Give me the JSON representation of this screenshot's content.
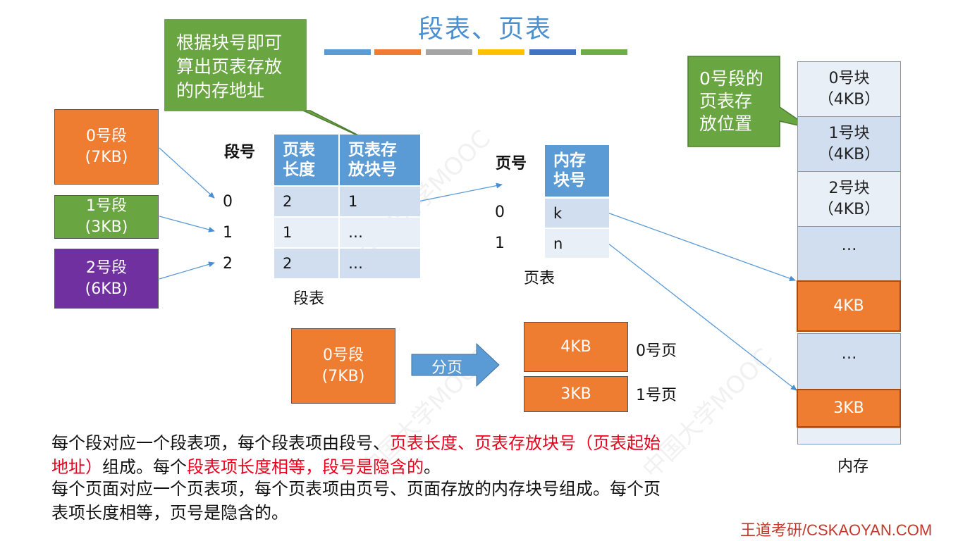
{
  "title": "段表、页表",
  "colors": {
    "bars": [
      "#5b9bd5",
      "#ee7d31",
      "#a5a5a5",
      "#ffc000",
      "#4472c4",
      "#70ad47"
    ],
    "header_blue": "#5b9bd5",
    "segment_orange": "#ee7d31",
    "segment_green": "#69a642",
    "segment_purple": "#7030a0",
    "callout_green": "#69a642",
    "highlight_red": "#e8001c"
  },
  "segments": [
    {
      "name": "0号段",
      "size": "(7KB)"
    },
    {
      "name": "1号段",
      "size": "(3KB)"
    },
    {
      "name": "2号段",
      "size": "(6KB)"
    }
  ],
  "callout_left": {
    "lines": [
      "根据块号即可",
      "算出页表存放",
      "的内存地址"
    ]
  },
  "callout_right": {
    "lines": [
      "0号段的",
      "页表存",
      "放位置"
    ]
  },
  "segment_table": {
    "index_label": "段号",
    "headers": [
      [
        "页表",
        "长度"
      ],
      [
        "页表存",
        "放块号"
      ]
    ],
    "indices": [
      "0",
      "1",
      "2"
    ],
    "rows": [
      [
        "2",
        "1"
      ],
      [
        "1",
        "…"
      ],
      [
        "2",
        "…"
      ]
    ],
    "caption": "段表"
  },
  "page_table": {
    "index_label": "页号",
    "header": [
      "内存",
      "块号"
    ],
    "indices": [
      "0",
      "1"
    ],
    "rows": [
      "k",
      "n"
    ],
    "caption": "页表"
  },
  "paging": {
    "segment_name": "0号段",
    "segment_size": "(7KB)",
    "arrow_label": "分页",
    "pages": [
      {
        "size": "4KB",
        "label": "0号页"
      },
      {
        "size": "3KB",
        "label": "1号页"
      }
    ]
  },
  "memory": {
    "blocks": [
      {
        "name": "0号块",
        "size": "（4KB）"
      },
      {
        "name": "1号块",
        "size": "（4KB）"
      },
      {
        "name": "2号块",
        "size": "（4KB）"
      }
    ],
    "ellipsis": "…",
    "page0": "4KB",
    "page1": "3KB",
    "caption": "内存"
  },
  "description": {
    "p1_a": "每个段对应一个段表项，每个段表项由段号、",
    "p1_red1": "页表长度、页表存放块号（页表起始",
    "p1_red2": "地址）",
    "p1_b": "组成。每个",
    "p1_red3": "段表项长度相等，段号是隐含的",
    "p1_c": "。",
    "p2_line1": "每个页面对应一个页表项，每个页表项由页号、页面存放的内存块号组成。每个页",
    "p2_line2": "表项长度相等，页号是隐含的。"
  },
  "footer": "王道考研/CSKAOYAN.COM"
}
